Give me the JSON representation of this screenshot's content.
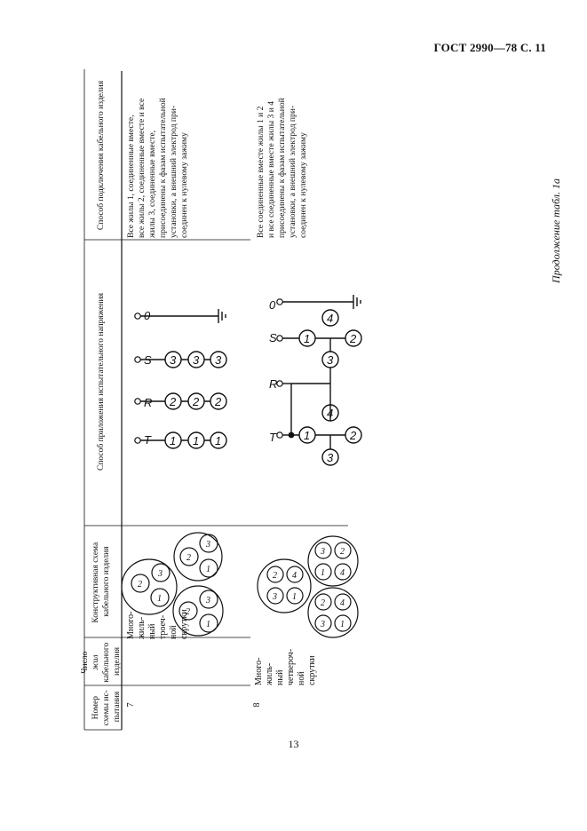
{
  "header": {
    "standard": "ГОСТ 2990—78 С. 11"
  },
  "continuation": "Продолжение табл. 1а",
  "columns": {
    "scheme_number": [
      "Номер",
      "схемы ис-",
      "пытания"
    ],
    "cores_count": [
      "Число",
      "жил",
      "кабельного",
      "изделия"
    ],
    "design": [
      "Конструктивная схема",
      "кабельного изделия"
    ],
    "voltage_method": [
      "Способ приложения испытательного напряжения"
    ],
    "connection_method": [
      "Способ подключения кабельного изделия"
    ]
  },
  "rows": [
    {
      "number": "7",
      "cores_lines": [
        "Много-",
        "жиль-",
        "ный",
        "троеч-",
        "ной",
        "скрутки"
      ],
      "connection_lines": [
        "Все жилы 1, соединенные вместе,",
        "все жилы 2, соединенные вместе и все",
        "жилы 3, соединенные вместе,",
        "присоединены к фазам испытательной",
        "установки, а внешний электрод при-",
        "соединен к нулевому зажиму"
      ]
    },
    {
      "number": "8",
      "cores_lines": [
        "Много-",
        "жиль-",
        "ный",
        "четвероч-",
        "ной",
        "скрутки"
      ],
      "connection_lines": [
        "Все соединенные вместе жилы 1 и 2",
        "и все соединенные вместе жилы 3 и 4",
        "присоединены к фазам испытательной",
        "установки, а внешний электрод при-",
        "соединен к нулевому зажиму"
      ]
    }
  ],
  "phases": [
    "T",
    "R",
    "S",
    "0"
  ],
  "core_labels": {
    "one": "1",
    "two": "2",
    "three": "3",
    "four": "4"
  },
  "page_number": "13"
}
